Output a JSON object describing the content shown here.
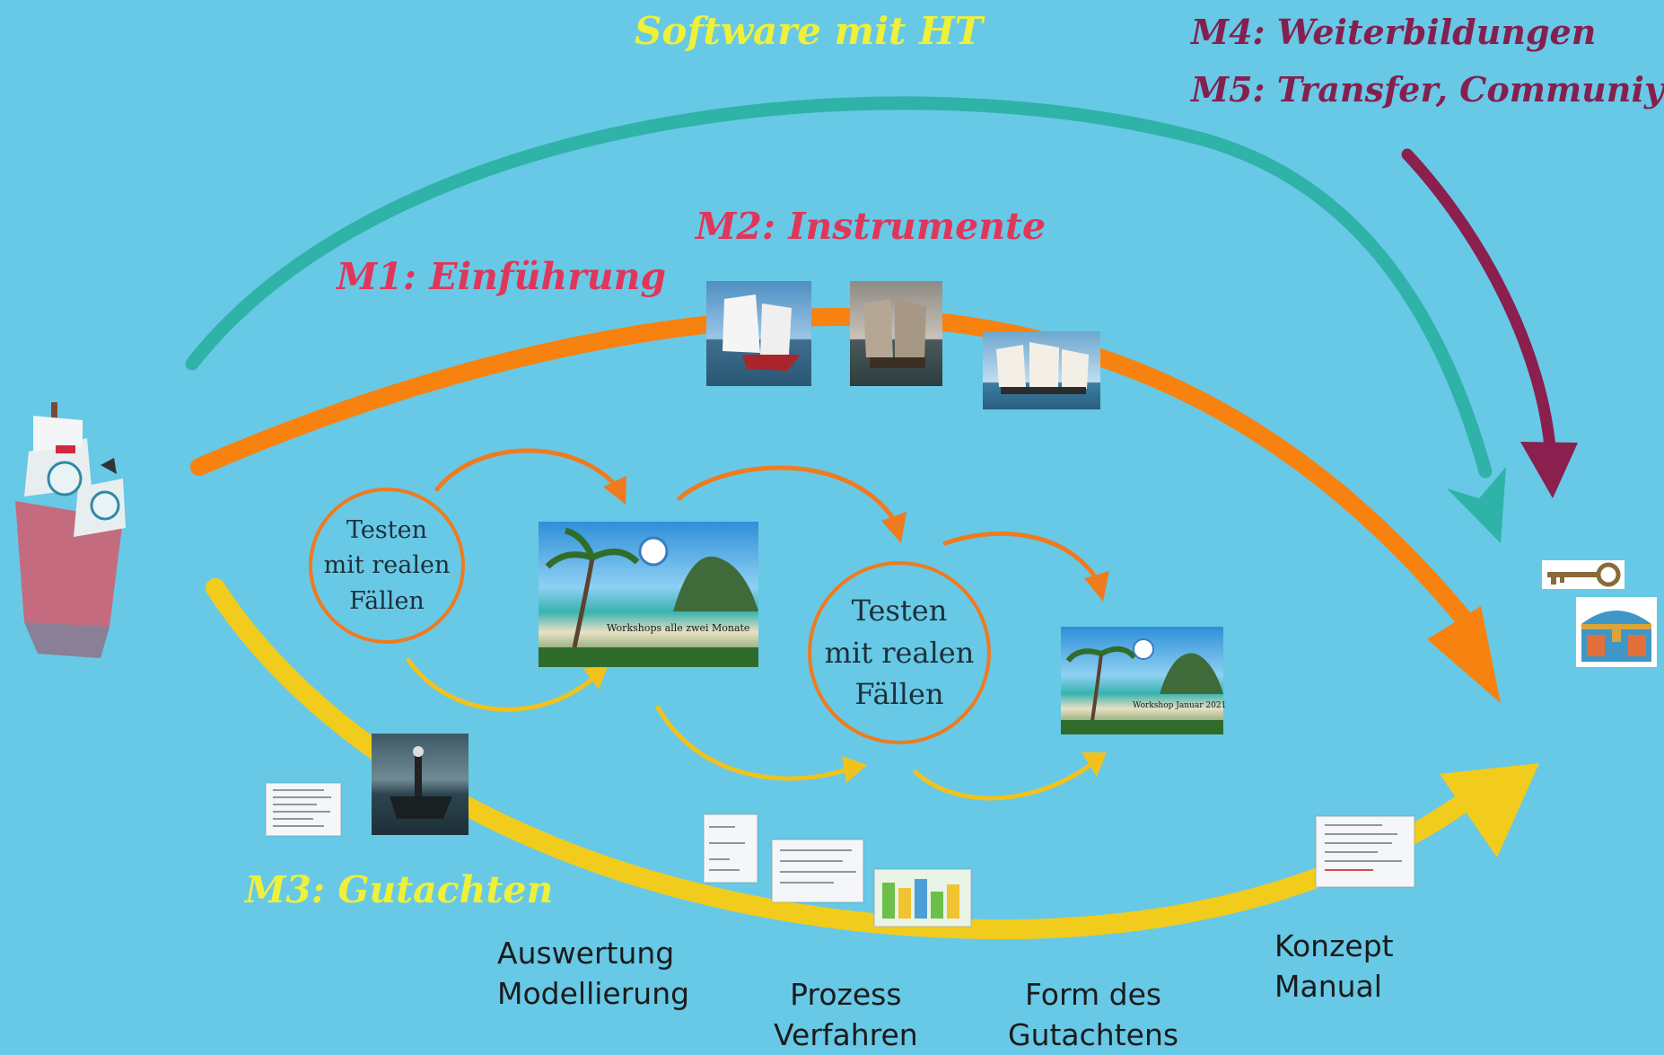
{
  "labels": {
    "software": "Software mit HT",
    "m4": "M4: Weiterbildungen",
    "m5": "M5: Transfer, Communiy",
    "m2": "M2: Instrumente",
    "m1": "M1: Einführung",
    "m3": "M3: Gutachten"
  },
  "circles": [
    {
      "line1": "Testen",
      "line2": "mit realen",
      "line3": "Fällen"
    },
    {
      "line1": "Testen",
      "line2": "mit realen",
      "line3": "Fällen"
    }
  ],
  "workshops": {
    "first_caption": "Workshops alle zwei Monate",
    "second_caption": "Workshop Januar 2021"
  },
  "bottom_labels": {
    "auswertung_line1": "Auswertung",
    "auswertung_line2": "Modellierung",
    "prozess_line1": "Prozess",
    "prozess_line2": "Verfahren",
    "form_line1": "Form des",
    "form_line2": "Gutachtens",
    "konzept_line1": "Konzept",
    "konzept_line2": "Manual"
  },
  "colors": {
    "background": "#67c9e6",
    "teal_arrow": "#2fb3a8",
    "orange_arrow": "#f7820f",
    "yellow_arrow": "#f2cc1c",
    "maroon_arrow": "#8b1f4e",
    "label_yellow": "#eef03a",
    "label_pink": "#e0365a",
    "label_maroon": "#84204f"
  },
  "icons": {
    "ship": "pirate-ship-icon",
    "key": "key-icon",
    "chest": "treasure-chest-icon"
  }
}
